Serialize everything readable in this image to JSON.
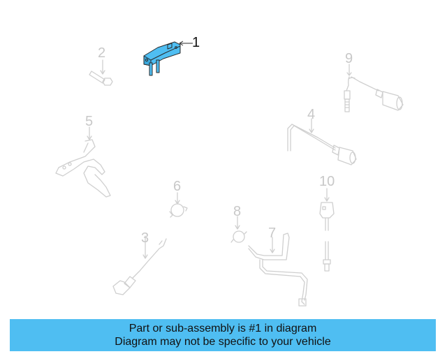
{
  "diagram": {
    "highlight_color": "#4fbef2",
    "inactive_color": "#c8c8c8",
    "callouts": [
      {
        "number": "1",
        "part": "sensor",
        "highlighted": true
      },
      {
        "number": "2",
        "part": "bolt",
        "highlighted": false
      },
      {
        "number": "3",
        "part": "oxygen-sensor",
        "highlighted": false
      },
      {
        "number": "4",
        "part": "temperature-sensor",
        "highlighted": false
      },
      {
        "number": "5",
        "part": "bracket",
        "highlighted": false
      },
      {
        "number": "6",
        "part": "clip",
        "highlighted": false
      },
      {
        "number": "7",
        "part": "tube",
        "highlighted": false
      },
      {
        "number": "8",
        "part": "clip",
        "highlighted": false
      },
      {
        "number": "9",
        "part": "temperature-sensor",
        "highlighted": false
      },
      {
        "number": "10",
        "part": "sensor",
        "highlighted": false
      }
    ]
  },
  "banner": {
    "line1": "Part or sub-assembly is #1 in diagram",
    "line2": "Diagram may not be specific to your vehicle",
    "background": "#4fbef2"
  }
}
